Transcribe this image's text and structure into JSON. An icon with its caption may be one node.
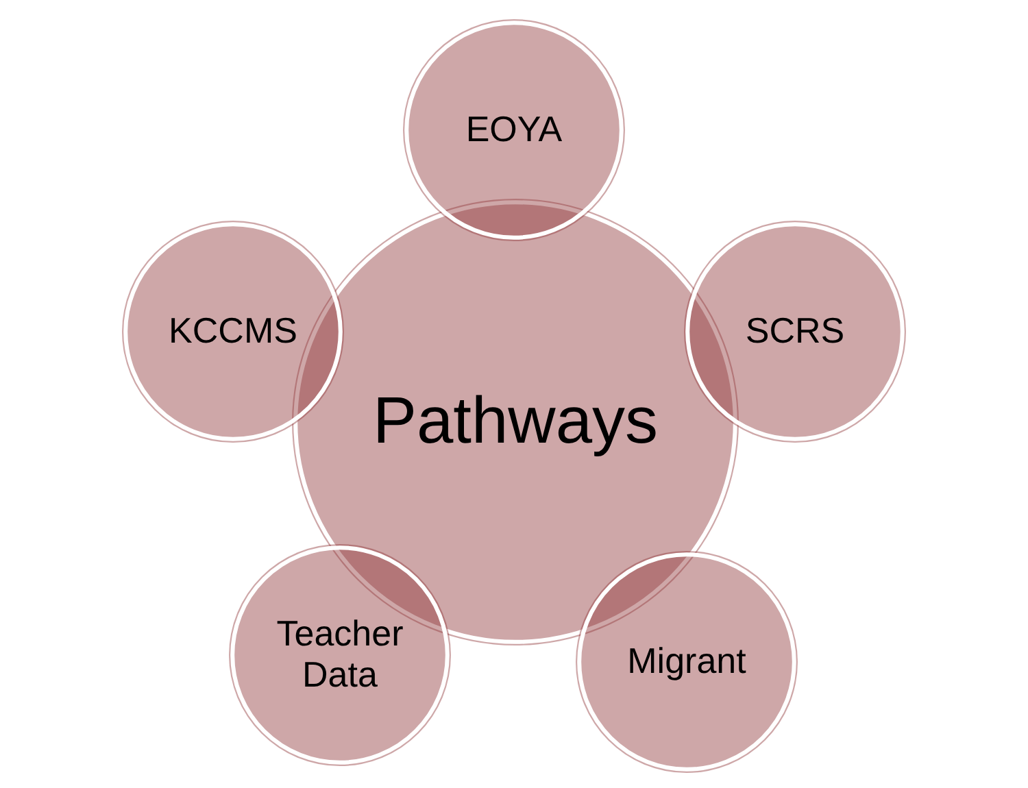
{
  "diagram": {
    "nodes": [
      {
        "text": [
          "Pathways"
        ]
      },
      {
        "text": [
          "EOYA"
        ]
      },
      {
        "text": [
          "SCRS"
        ]
      },
      {
        "text": [
          "Migrant"
        ]
      },
      {
        "text": [
          "Teacher Data"
        ]
      },
      {
        "text": [
          "KCCMS"
        ]
      }
    ]
  }
}
